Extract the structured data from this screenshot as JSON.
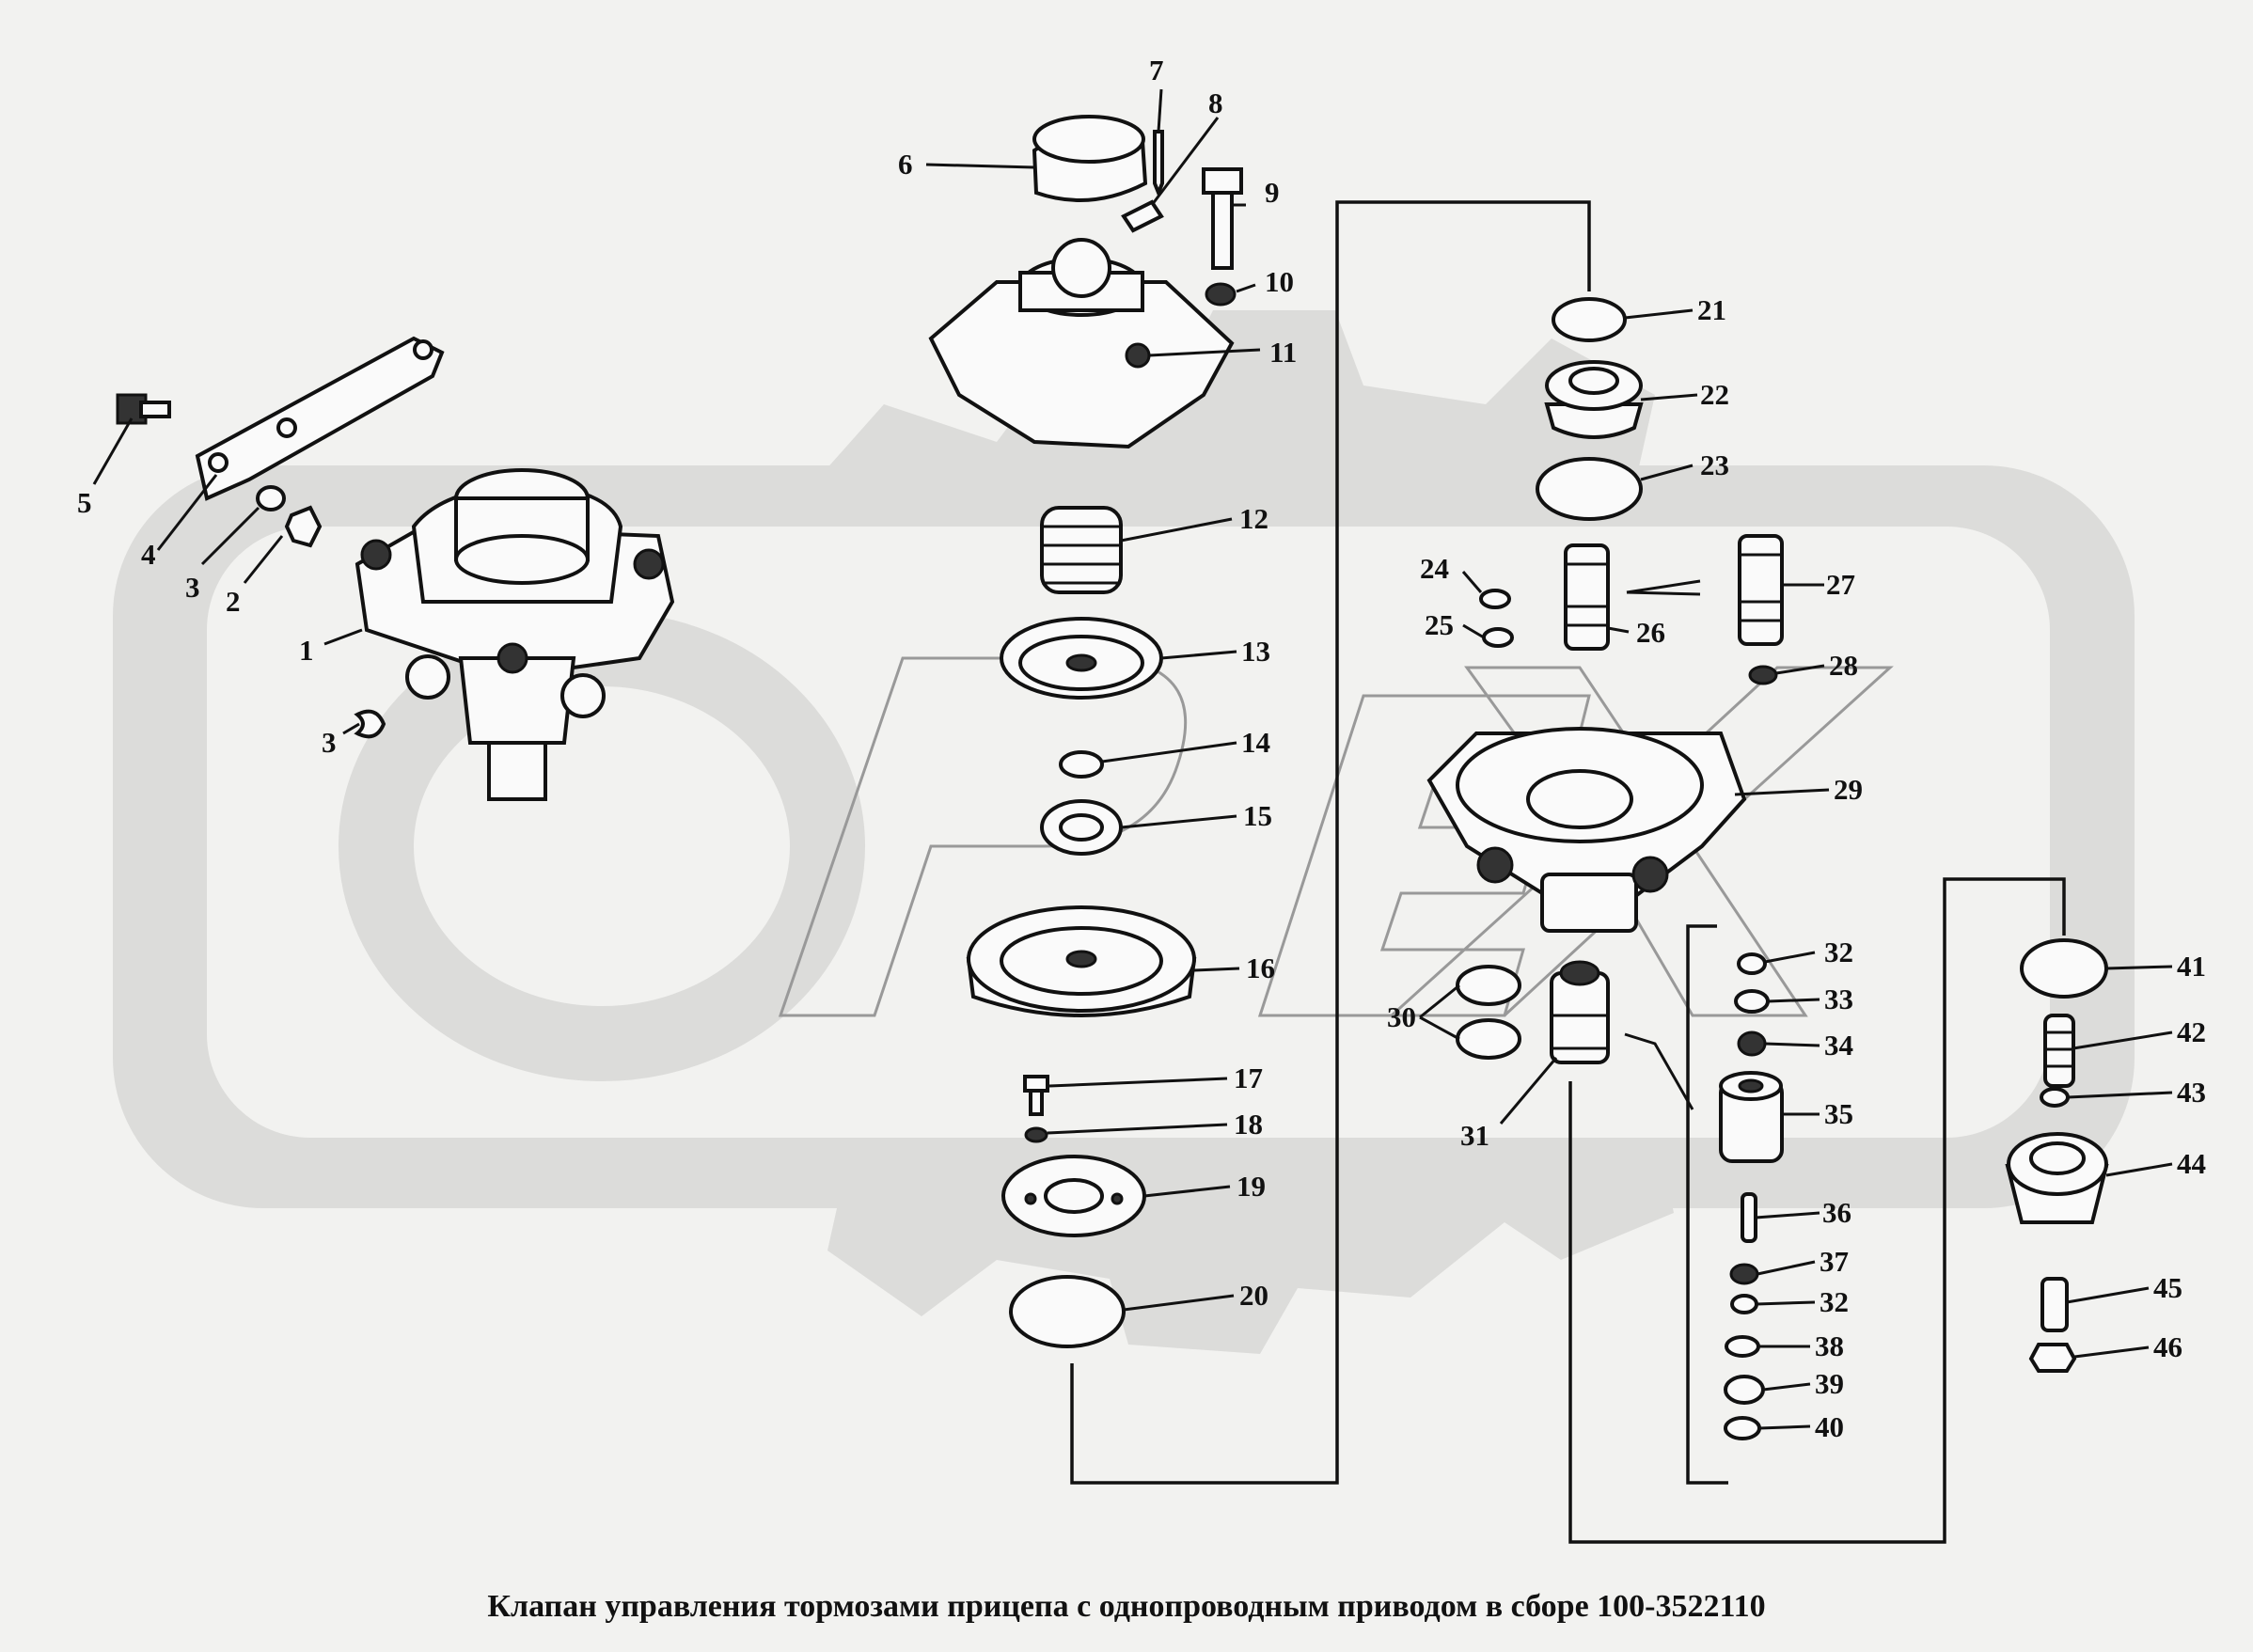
{
  "caption": "Клапан управления тормозами прицепа  с однопроводным приводом в  сборе 100-3522110",
  "watermark": "ОРЕХ",
  "callouts": [
    {
      "id": "1",
      "label": "1"
    },
    {
      "id": "2",
      "label": "2"
    },
    {
      "id": "3a",
      "label": "3"
    },
    {
      "id": "3b",
      "label": "3"
    },
    {
      "id": "4",
      "label": "4"
    },
    {
      "id": "5",
      "label": "5"
    },
    {
      "id": "6",
      "label": "6"
    },
    {
      "id": "7",
      "label": "7"
    },
    {
      "id": "8",
      "label": "8"
    },
    {
      "id": "9",
      "label": "9"
    },
    {
      "id": "10",
      "label": "10"
    },
    {
      "id": "11",
      "label": "11"
    },
    {
      "id": "12",
      "label": "12"
    },
    {
      "id": "13",
      "label": "13"
    },
    {
      "id": "14",
      "label": "14"
    },
    {
      "id": "15",
      "label": "15"
    },
    {
      "id": "16",
      "label": "16"
    },
    {
      "id": "17",
      "label": "17"
    },
    {
      "id": "18",
      "label": "18"
    },
    {
      "id": "19",
      "label": "19"
    },
    {
      "id": "20",
      "label": "20"
    },
    {
      "id": "21",
      "label": "21"
    },
    {
      "id": "22",
      "label": "22"
    },
    {
      "id": "23",
      "label": "23"
    },
    {
      "id": "24",
      "label": "24"
    },
    {
      "id": "25",
      "label": "25"
    },
    {
      "id": "26",
      "label": "26"
    },
    {
      "id": "27",
      "label": "27"
    },
    {
      "id": "28",
      "label": "28"
    },
    {
      "id": "29",
      "label": "29"
    },
    {
      "id": "30",
      "label": "30"
    },
    {
      "id": "31",
      "label": "31"
    },
    {
      "id": "32a",
      "label": "32"
    },
    {
      "id": "32b",
      "label": "32"
    },
    {
      "id": "33",
      "label": "33"
    },
    {
      "id": "34",
      "label": "34"
    },
    {
      "id": "35",
      "label": "35"
    },
    {
      "id": "36",
      "label": "36"
    },
    {
      "id": "37",
      "label": "37"
    },
    {
      "id": "38",
      "label": "38"
    },
    {
      "id": "39",
      "label": "39"
    },
    {
      "id": "40",
      "label": "40"
    },
    {
      "id": "41",
      "label": "41"
    },
    {
      "id": "42",
      "label": "42"
    },
    {
      "id": "43",
      "label": "43"
    },
    {
      "id": "44",
      "label": "44"
    },
    {
      "id": "45",
      "label": "45"
    },
    {
      "id": "46",
      "label": "46"
    }
  ]
}
